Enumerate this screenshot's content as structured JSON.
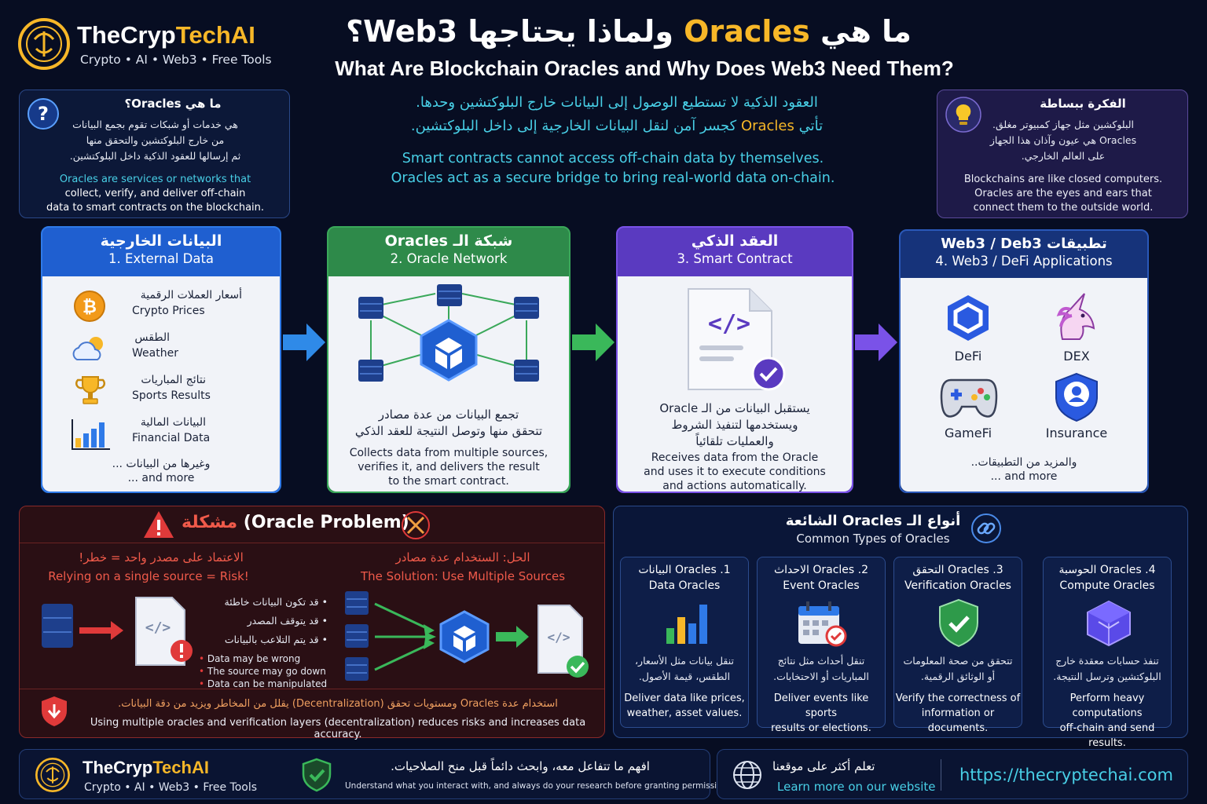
{
  "brand": {
    "name_part1": "TheCryp",
    "name_part2": "TechAI",
    "tagline": "Crypto • AI • Web3 • Free Tools"
  },
  "header": {
    "title_ar_start": "ما هي ",
    "title_ar_highlight": "Oracles",
    "title_ar_end": " ولماذا يحتاجها Web3؟",
    "title_en": "What Are Blockchain Oracles and Why Does Web3 Need Them?"
  },
  "what_box": {
    "title": "ما هي Oracles؟",
    "ar_line1": "هي خدمات أو شبكات تقوم بجمع البيانات",
    "ar_line2": "من خارج البلوكتشين والتحقق منها",
    "ar_line3": "ثم إرسالها للعقود الذكية داخل البلوكتشين.",
    "en_line1": "Oracles are services or networks that",
    "en_line2": "collect, verify, and deliver off-chain",
    "en_line3": "data to smart contracts on the blockchain."
  },
  "intro": {
    "ar_line1": "العقود الذكية لا تستطيع الوصول إلى البيانات خارج البلوكتشين وحدها.",
    "ar_line2_start": "تأتي ",
    "ar_line2_highlight": "Oracles",
    "ar_line2_end": " كجسر آمن لنقل البيانات الخارجية إلى داخل البلوكتشين.",
    "en_line1": "Smart contracts cannot access off-chain data by themselves.",
    "en_line2": "Oracles act as a secure bridge to bring real-world data on-chain."
  },
  "simple_box": {
    "title": "الفكرة ببساطة",
    "ar_line1": "البلوكشين مثل جهاز كمبيوتر مغلق.",
    "ar_line2": "Oracles هي عيون وآذان هذا الجهاز",
    "ar_line3": "على العالم الخارجي.",
    "en_line1": "Blockchains are like closed computers.",
    "en_line2": "Oracles are the eyes and ears that",
    "en_line3": "connect them to the outside world."
  },
  "pipeline": {
    "external": {
      "title_ar": "البيانات الخارجية",
      "title_en": "1. External Data",
      "items": [
        {
          "ar": "أسعار العملات الرقمية",
          "en": "Crypto Prices"
        },
        {
          "ar": "الطقس",
          "en": "Weather"
        },
        {
          "ar": "نتائج المباريات",
          "en": "Sports Results"
        },
        {
          "ar": "البيانات المالية",
          "en": "Financial Data"
        }
      ],
      "more_ar": "وغيرها من البيانات ...",
      "more_en": "... and more"
    },
    "network": {
      "title_ar": "شبكة الـ Oracles",
      "title_en": "2. Oracle Network",
      "desc_ar1": "تجمع البيانات من عدة مصادر",
      "desc_ar2": "تتحقق منها وتوصل النتيجة للعقد الذكي",
      "desc_en1": "Collects data from multiple sources,",
      "desc_en2": "verifies it, and delivers the result",
      "desc_en3": "to the smart contract."
    },
    "contract": {
      "title_ar": "العقد الذكي",
      "title_en": "3. Smart Contract",
      "desc_ar1": "يستقبل البيانات من الـ Oracle",
      "desc_ar2": "ويستخدمها لتنفيذ الشروط",
      "desc_ar3": "والعمليات تلقائياً",
      "desc_en1": "Receives data from the Oracle",
      "desc_en2": "and uses it to execute conditions",
      "desc_en3": "and actions automatically."
    },
    "apps": {
      "title_ar": "تطبيقات Web3 / Deb3",
      "title_en": "4. Web3 / DeFi Applications",
      "items": [
        "DeFi",
        "DEX",
        "GameFi",
        "Insurance"
      ],
      "more_ar": "والمزيد من التطبيقات..",
      "more_en": "... and more"
    }
  },
  "problem": {
    "title_ar": "مشكلة",
    "title_en": "(Oracle Problem)",
    "risk_ar": "الاعتماد على مصدر واحد = خطر!",
    "risk_en": "Relying on a single source = Risk!",
    "solution_ar": "الحل: الستخدام عدة مصادر",
    "solution_en": "The Solution: Use Multiple Sources",
    "bullets_ar": [
      "قد تكون البيانات خاطئة",
      "قد يتوقف المصدر",
      "قد يتم التلاعب بالبيانات"
    ],
    "bullets_en": [
      "Data may be wrong",
      "The source may go down",
      "Data can be manipulated"
    ],
    "footer_ar": "استخدام عدة Oracles ومستويات تحقق (Decentralization) يقلل من المخاطر ويزيد من دقة البيانات.",
    "footer_en": "Using multiple oracles and verification layers (decentralization) reduces risks and increases data accuracy."
  },
  "types": {
    "title_ar": "أنواع الـ Oracles الشائعة",
    "title_en": "Common Types of Oracles",
    "items": [
      {
        "h1": "1. Oracles البيانات",
        "h2": "Data Oracles",
        "ar1": "تنقل بيانات مثل الأسعار،",
        "ar2": "الطقس، قيمة الأصول.",
        "en1": "Deliver data like prices,",
        "en2": "weather, asset values."
      },
      {
        "h1": "2. Oracles الاحداث",
        "h2": "Event Oracles",
        "ar1": "تنقل أحداث مثل نتائج",
        "ar2": "المباريات أو الاحتخابات.",
        "en1": "Deliver events like sports",
        "en2": "results or elections."
      },
      {
        "h1": "3. Oracles التحقق",
        "h2": "Verification Oracles",
        "ar1": "تتحقق من صحة المعلومات",
        "ar2": "أو الوثائق الرقمية.",
        "en1": "Verify the correctness of",
        "en2": "information or documents."
      },
      {
        "h1": "4. Oracles الحوسبة",
        "h2": "Compute Oracles",
        "ar1": "تنفذ حسابات معقدة خارج",
        "ar2": "البلوكتشين وترسل النتيجة.",
        "en1": "Perform heavy computations",
        "en2": "off-chain and send results."
      }
    ]
  },
  "footer": {
    "notice_ar": "افهم ما تتفاعل معه، وابحث دائماً قبل منح الصلاحيات.",
    "notice_en": "Understand what you interact with, and always do your research before granting permissions.",
    "learn_ar": "تعلم أكثر على موقعنا",
    "learn_en": "Learn more on our website",
    "url": "https://thecryptechai.com"
  },
  "colors": {
    "accent_yellow": "#f7b728",
    "accent_cyan": "#48cfe6",
    "card_blue": "#1f5fd0",
    "card_green": "#2e8a4a",
    "card_purple": "#5a3ac0",
    "card_navy": "#16337a"
  },
  "icons": [
    "logo-icon",
    "question-icon",
    "lightbulb-icon",
    "bitcoin-icon",
    "weather-icon",
    "trophy-icon",
    "bar-chart-icon",
    "server-icon",
    "cube-icon",
    "code-document-icon",
    "check-badge-icon",
    "chainlink-icon",
    "unicorn-icon",
    "gamepad-icon",
    "shield-user-icon",
    "warning-icon",
    "broken-link-icon",
    "error-badge-icon",
    "shield-icon",
    "calendar-icon",
    "shield-check-icon",
    "compute-cube-icon",
    "globe-icon"
  ]
}
